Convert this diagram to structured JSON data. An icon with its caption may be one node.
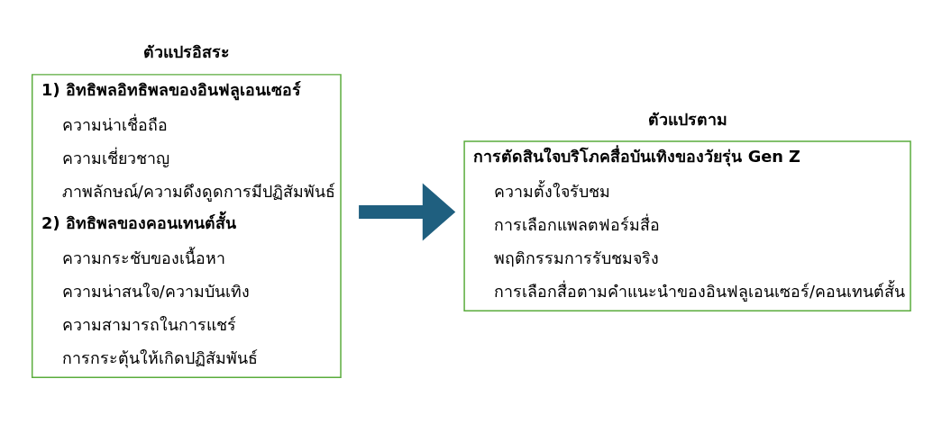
{
  "diagram": {
    "nodes": [
      {
        "text": [
          "ตัวแปรอิสระ",
          "1) อิทธิพลอิทธิพลของอินฟลูเอนเซอร์",
          "ความน่าเชื่อถือ",
          "ความเชี่ยวชาญ",
          "ภาพลักษณ์/ความดึงดูดการมีปฏิสัมพันธ์",
          "2) อิทธิพลของคอนเทนต์สั้น",
          "ความกระชับของเนื้อหา",
          "ความน่าสนใจ/ความบันเทิง",
          "ความสามารถในการแชร์",
          "การกระตุ้นให้เกิดปฏิสัมพันธ์"
        ]
      },
      {
        "text": [
          "ตัวแปรตาม",
          "การตัดสินใจบริโภคสื่อบันเทิงของวัยรุ่น Gen Z",
          "ความตั้งใจรับชม",
          "การเลือกแพลตฟอร์มสื่อ",
          "พฤติกรรมการรับชมจริง",
          "การเลือกสื่อตามคำแนะนำของอินฟลูเอนเซอร์/คอนเทนต์สั้น"
        ]
      }
    ],
    "edges": [
      {
        "from": 0,
        "to": 1,
        "arrow": "to",
        "color": "#1f5f7f"
      }
    ]
  }
}
